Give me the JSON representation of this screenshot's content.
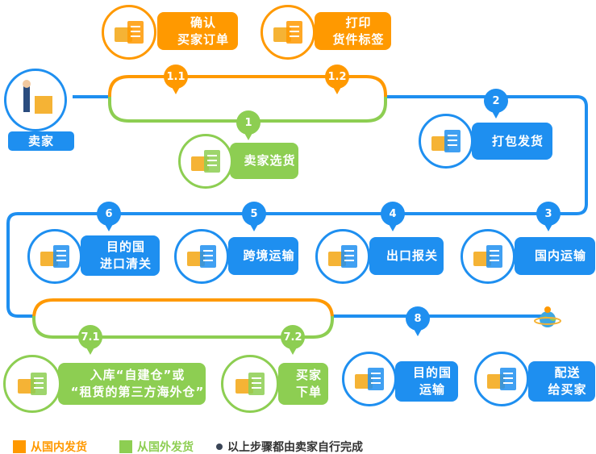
{
  "seller": {
    "label": "卖家"
  },
  "steps": [
    {
      "num": "1.1",
      "label": "确认\n买家订单",
      "icon": "order-checklist-icon"
    },
    {
      "num": "1.2",
      "label": "打印\n货件标签",
      "icon": "label-printer-icon"
    },
    {
      "num": "1",
      "label": "卖家选货",
      "icon": "picking-goods-icon"
    },
    {
      "num": "2",
      "label": "打包发货",
      "icon": "packing-cart-icon"
    },
    {
      "num": "3",
      "label": "国内运输",
      "icon": "truck-icon"
    },
    {
      "num": "4",
      "label": "出口报关",
      "icon": "customs-desk-icon"
    },
    {
      "num": "5",
      "label": "跨境运输",
      "icon": "plane-ship-icon"
    },
    {
      "num": "6",
      "label": "目的国\n进口清关",
      "icon": "clearance-office-icon"
    },
    {
      "num": "7.1",
      "label": "入库“自建仓”或\n“租赁的第三方海外仓”",
      "icon": "warehouse-icon"
    },
    {
      "num": "7.2",
      "label": "买家\n下单",
      "icon": "order-list-icon"
    },
    {
      "num": "8",
      "label": "目的国\n运输",
      "icon": "truck-icon"
    },
    {
      "num": "",
      "label": "配送\n给买家",
      "icon": "delivery-handover-icon"
    }
  ],
  "legend": {
    "domestic": "从国内发货",
    "overseas": "从国外发货",
    "note": "以上步骤都由卖家自行完成"
  },
  "colors": {
    "orange": "#ff9900",
    "green": "#8dce52",
    "blue": "#1e8ff0"
  }
}
